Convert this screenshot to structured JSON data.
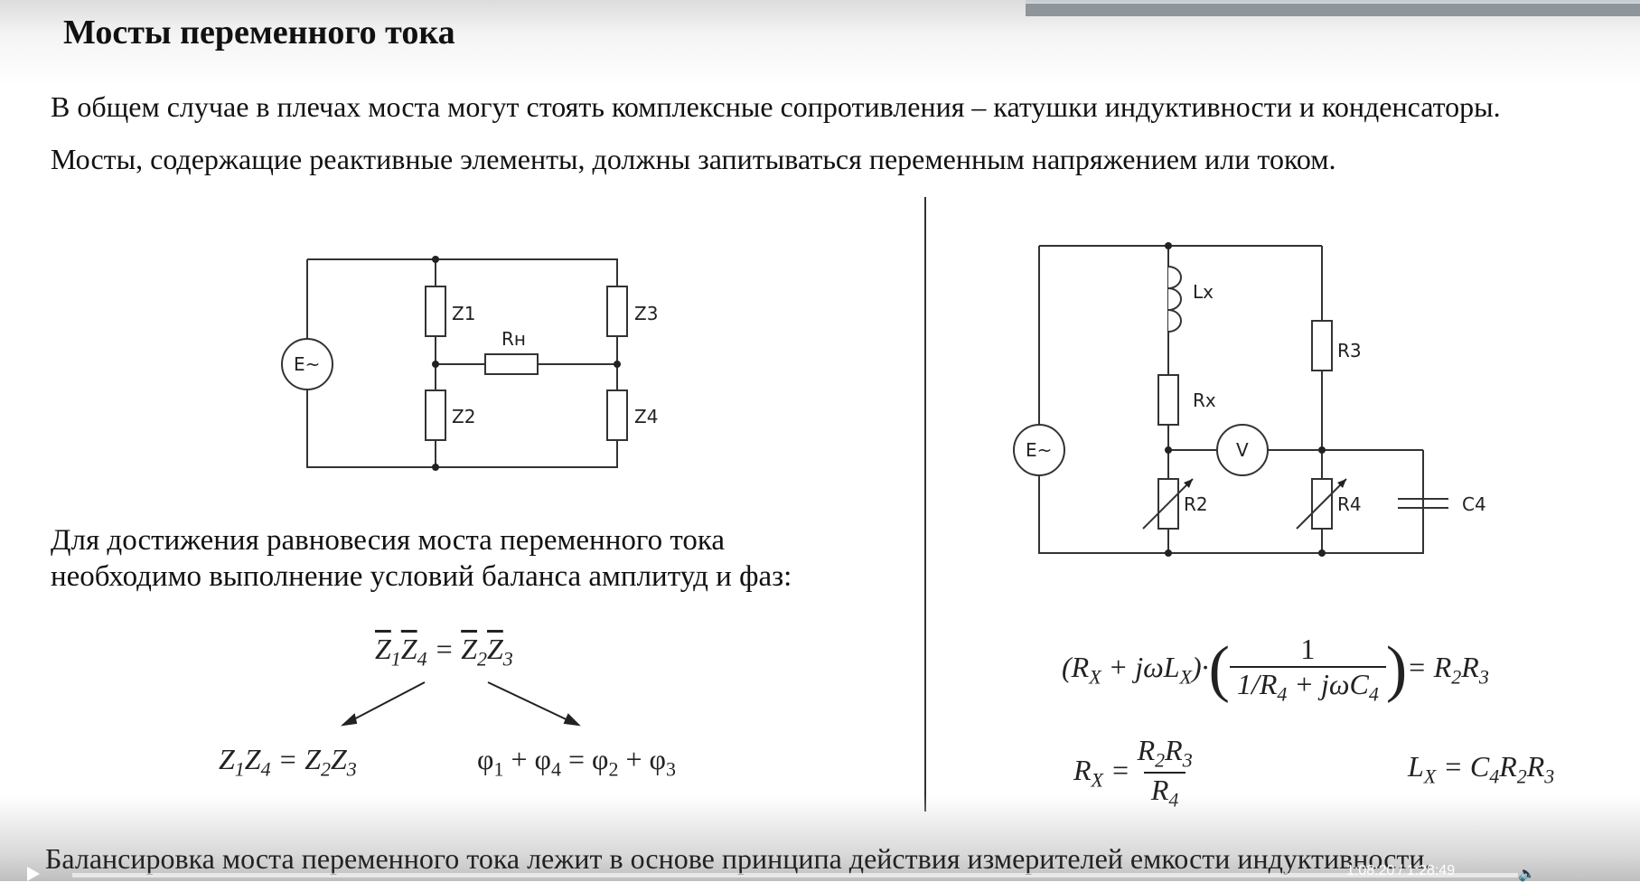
{
  "slide": {
    "title": "Мосты переменного тока",
    "paragraph1": "В общем случае в плечах моста могут стоять комплексные сопротивления – катушки индуктивности и конденсаторы.",
    "paragraph2": "Мосты, содержащие реактивные элементы, должны запитываться переменным напряжением или током.",
    "condition_line1": "Для достижения равновесия моста переменного тока",
    "condition_line2": "необходимо выполнение условий баланса амплитуд и фаз:",
    "bottom_text": "Балансировка моста переменного тока лежит в основе принципа действия измерителей емкости индуктивности."
  },
  "left_circuit": {
    "source": "E~",
    "z1": "Z1",
    "z2": "Z2",
    "z3": "Z3",
    "z4": "Z4",
    "load": "Rн"
  },
  "right_circuit": {
    "source": "E~",
    "lx": "Lx",
    "rx": "Rx",
    "r2": "R2",
    "r3": "R3",
    "r4": "R4",
    "c4": "C4",
    "meter": "V"
  },
  "player": {
    "time": "1:08:20 / 1:28:49"
  }
}
